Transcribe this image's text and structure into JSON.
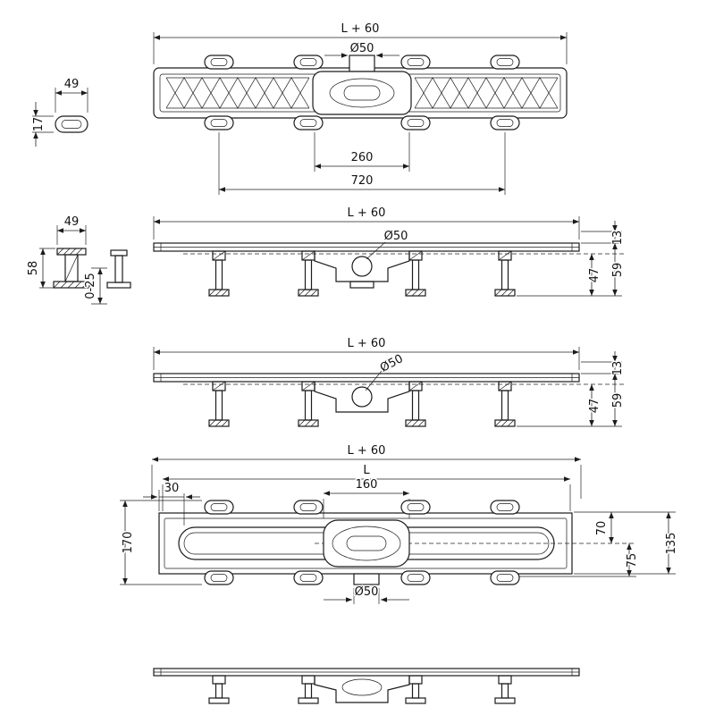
{
  "drawing": {
    "views": {
      "grate_top": {
        "length": "L + 60",
        "drain_dia": "Ø50",
        "span_inner": "260",
        "span_outer": "720"
      },
      "slot_detail": {
        "width": "49",
        "height": "17"
      },
      "side_a": {
        "length": "L + 60",
        "drain_dia": "Ø50",
        "top_offset": "13",
        "depth": "59",
        "trap_depth": "47"
      },
      "foot_detail": {
        "width": "49",
        "height": "58",
        "adjust": "0-25"
      },
      "side_b": {
        "length": "L + 60",
        "drain_dia": "Ø50",
        "top_offset": "13",
        "depth": "59",
        "trap_depth": "47"
      },
      "plan": {
        "length_total": "L + 60",
        "length": "L",
        "edge_offset": "30",
        "body_length": "160",
        "overall_width": "170",
        "half_top": "70",
        "half_bottom": "75",
        "body_width": "135",
        "drain_dia": "Ø50"
      }
    }
  }
}
